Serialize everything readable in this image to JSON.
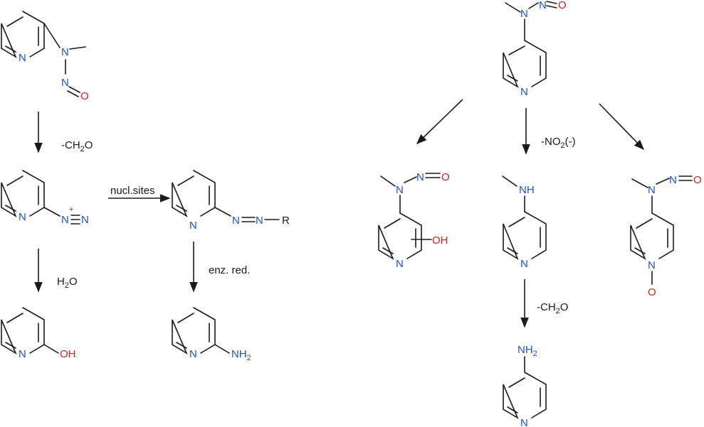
{
  "atoms": {
    "N": "N",
    "O": "O",
    "NH": "NH",
    "OH": "OH",
    "NH2_main": "NH",
    "sub2": "2",
    "plus": "+",
    "R": "R",
    "O_minus": "O"
  },
  "conditions": {
    "minus_ch2o_main": "-CH",
    "minus_ch2o_sub": "2",
    "minus_ch2o_tail": "O",
    "h2o_main": "H",
    "h2o_sub": "2",
    "h2o_tail": "O",
    "nucl_sites": "nucl.sites",
    "enz_red": "enz. red.",
    "no2_main": "-NO",
    "no2_sub": "2",
    "no2_tail": "(-)"
  },
  "colors": {
    "nitrogen": "#1f4fd6",
    "oxygen": "#d61f1f",
    "bond": "#1a1a1a"
  }
}
